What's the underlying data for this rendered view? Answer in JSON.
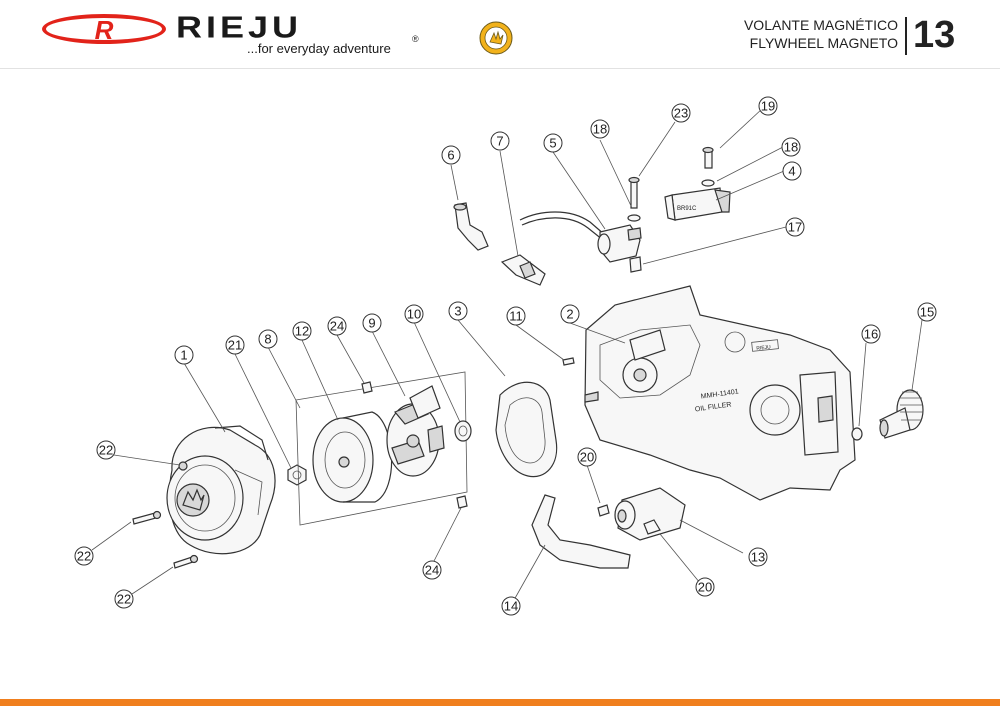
{
  "header": {
    "brand": "RIEJU",
    "brand_letter": "R",
    "registered": "®",
    "tagline": "...for everyday adventure",
    "title_es": "VOLANTE MAGNÉTICO",
    "title_en": "FLYWHEEL MAGNETO",
    "page_number": "13"
  },
  "colors": {
    "brand_red": "#e2231a",
    "footer_orange": "#f07f1e",
    "badge_yellow": "#f2b21b"
  },
  "icons": [
    "rieju-logo",
    "hand-badge-icon"
  ],
  "callouts": [
    "1",
    "2",
    "3",
    "4",
    "5",
    "6",
    "7",
    "8",
    "9",
    "10",
    "11",
    "12",
    "13",
    "14",
    "15",
    "16",
    "17",
    "18",
    "18",
    "19",
    "20",
    "20",
    "21",
    "22",
    "22",
    "22",
    "23",
    "24",
    "24"
  ],
  "stamps": {
    "rieju_small": "RIEJU",
    "bs_model": "BR91C",
    "case_code": "MMH-11401",
    "oil_filler": "OIL FILLER"
  }
}
